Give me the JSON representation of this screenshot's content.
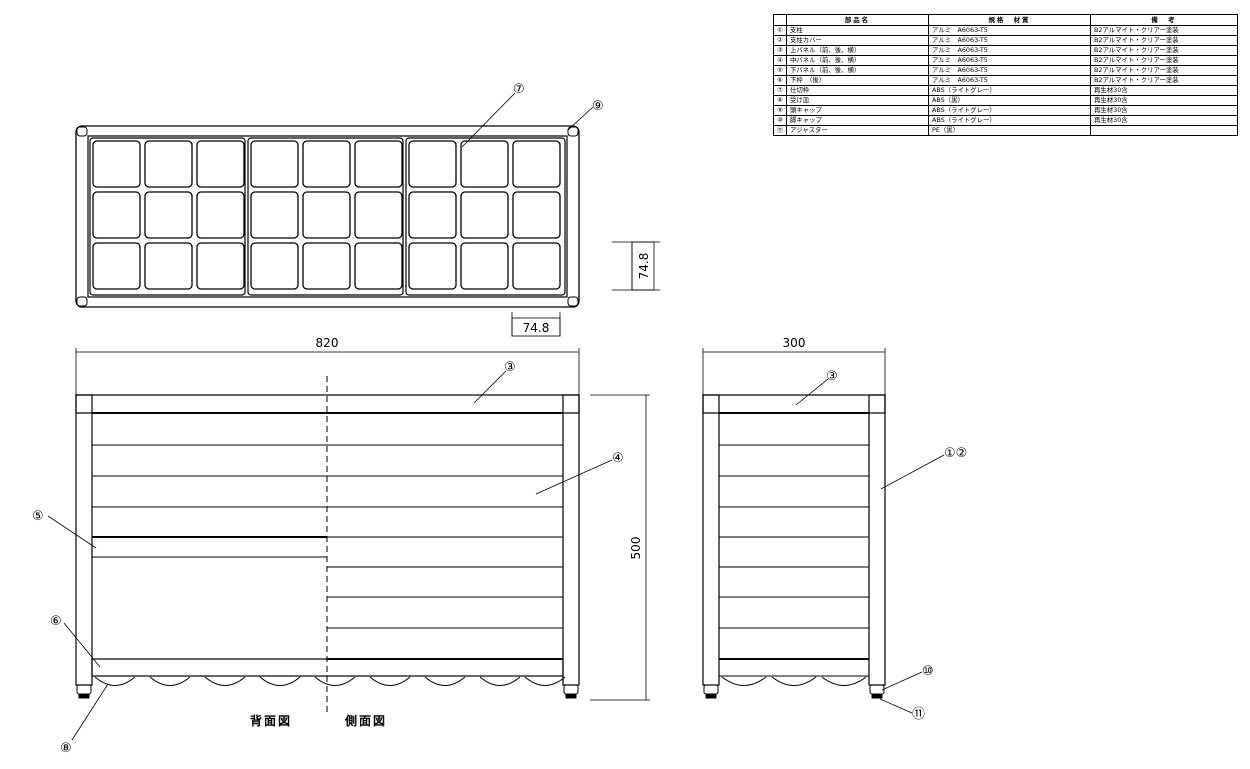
{
  "table": {
    "headers": {
      "name": "部品名",
      "spec": "規格　材質",
      "note": "備　考"
    },
    "rows": [
      {
        "no": "①",
        "name": "支柱",
        "spec": "アルミ　A6063-T5",
        "note": "B2アルマイト・クリアー塗装"
      },
      {
        "no": "②",
        "name": "支柱カバー",
        "spec": "アルミ　A6063-T5",
        "note": "B2アルマイト・クリアー塗装"
      },
      {
        "no": "③",
        "name": "上パネル（前、後、横）",
        "spec": "アルミ　A6063-T5",
        "note": "B2アルマイト・クリアー塗装"
      },
      {
        "no": "④",
        "name": "中パネル（前、後、横）",
        "spec": "アルミ　A6063-T5",
        "note": "B2アルマイト・クリアー塗装"
      },
      {
        "no": "⑤",
        "name": "下パネル（前、後、横）",
        "spec": "アルミ　A6063-T5",
        "note": "B2アルマイト・クリアー塗装"
      },
      {
        "no": "⑥",
        "name": "下枠　（後）",
        "spec": "アルミ　A6063-T5",
        "note": "B2アルマイト・クリアー塗装"
      },
      {
        "no": "⑦",
        "name": "仕切枠",
        "spec": "ABS（ライトグレー）",
        "note": "再生材30含"
      },
      {
        "no": "⑧",
        "name": "受け皿",
        "spec": "ABS（黒）",
        "note": "再生材30含"
      },
      {
        "no": "⑨",
        "name": "頭キャップ",
        "spec": "ABS（ライトグレー）",
        "note": "再生材30含"
      },
      {
        "no": "⑩",
        "name": "脚キャップ",
        "spec": "ABS（ライトグレー）",
        "note": "再生材30含"
      },
      {
        "no": "⑪",
        "name": "アジャスター",
        "spec": "PE（黒）",
        "note": ""
      }
    ]
  },
  "dimensions": {
    "cell_width": "74.8",
    "cell_height": "74.8",
    "front_width": "820",
    "side_width": "300",
    "height": "500"
  },
  "callouts": {
    "c1": "⑦",
    "c2": "⑨",
    "c3": "③",
    "c4": "④",
    "c5": "⑤",
    "c6": "⑥",
    "c7": "⑧",
    "c8": "③",
    "c9": "①②",
    "c10": "⑩",
    "c11": "⑪"
  },
  "labels": {
    "back_view": "背面図",
    "side_view": "側面図"
  }
}
